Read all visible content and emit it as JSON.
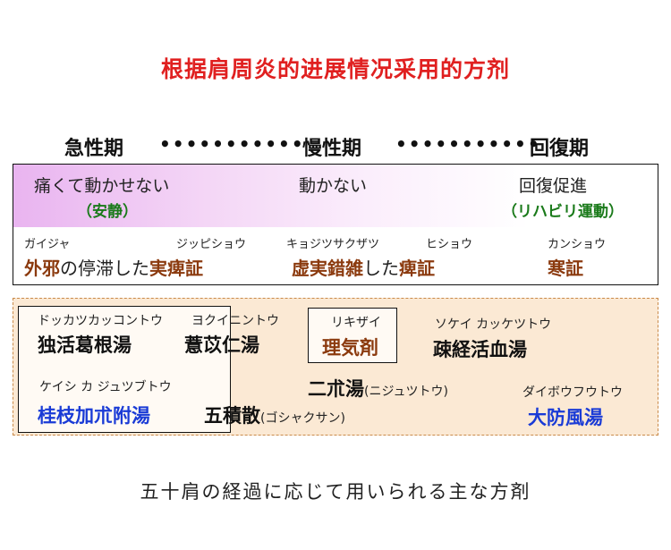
{
  "title": "根据肩周炎的进展情况采用的方剂",
  "stages": {
    "acute": "急性期",
    "chronic": "慢性期",
    "recovery": "回復期",
    "dots": "•••••••••••"
  },
  "phases": {
    "acute": {
      "desc": "痛くて動かせない",
      "label": "（安静）"
    },
    "chronic": {
      "desc": "動かない"
    },
    "recovery": {
      "desc": "回復促進",
      "label": "（リハビリ運動）"
    }
  },
  "patterns": {
    "gaija_ruby": "ガイジャ",
    "gaija": "外邪",
    "no_teitai": "の停滞した",
    "jitsuhi_ruby": "ジッピショウ",
    "jitsuhi": "実痺証",
    "kyojitsu_ruby": "キョジツサクザツ",
    "kyojitsu": "虚実錯雑",
    "shita": "した",
    "hisho_ruby": "ヒショウ",
    "hisho": "痺証",
    "kansho_ruby": "カンショウ",
    "kansho": "寒証"
  },
  "formulas": {
    "dokkatsu_ruby": "ドッカツカッコントウ",
    "dokkatsu": "独活葛根湯",
    "yokui_ruby": "ヨクイニントウ",
    "yokui": "薏苡仁湯",
    "rikizai_ruby": "リキザイ",
    "rikizai": "理気剤",
    "sokei_ruby": "ソケイ カッケツトウ",
    "sokei": "疎経活血湯",
    "keishi_ruby": "ケイシ カ ジュツブトウ",
    "keishi": "桂枝加朮附湯",
    "goshaku": "五積散",
    "goshaku_reading": "(ゴシャクサン)",
    "nijutsu": "二朮湯",
    "nijutsu_reading": "(ニジュツトウ)",
    "daibofu_ruby": "ダイボウフウトウ",
    "daibofu": "大防風湯"
  },
  "caption": "五十肩の経過に応じて用いられる主な方剤",
  "colors": {
    "title": "#e02020",
    "green": "#1a7a1a",
    "brown": "#8b3a0e",
    "blue": "#1a3bd6",
    "formula_bg": "#fbe9d4",
    "phase_grad": "#e9b4f0"
  }
}
